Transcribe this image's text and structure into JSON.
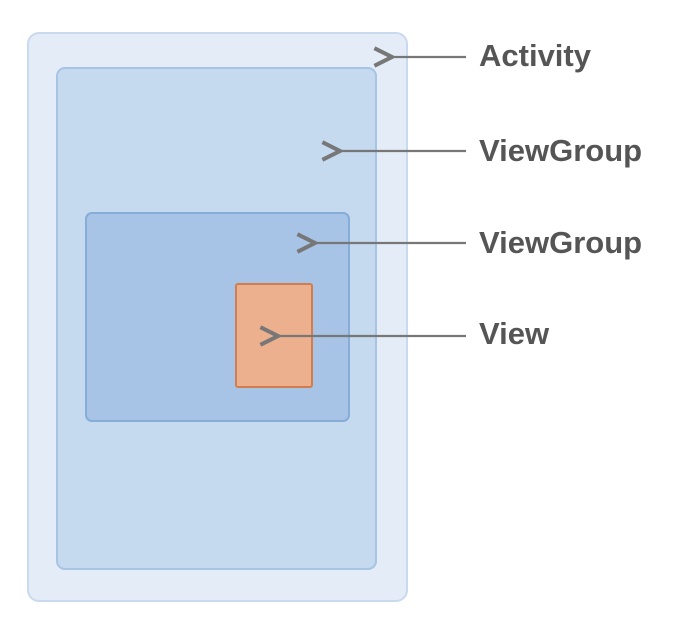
{
  "labels": {
    "activity": "Activity",
    "viewgroup_outer": "ViewGroup",
    "viewgroup_inner": "ViewGroup",
    "view": "View"
  },
  "colors": {
    "activity_fill": "#e3ecf7",
    "viewgroup_outer_fill": "#c5d9ef",
    "viewgroup_inner_fill": "#a7c4e6",
    "view_fill": "#ecb08e",
    "arrow": "#777777",
    "label_text": "#555555"
  }
}
